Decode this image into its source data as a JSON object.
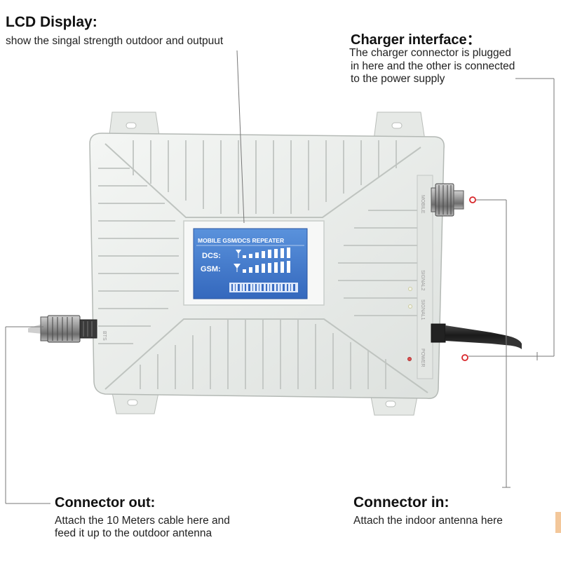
{
  "callouts": {
    "lcd": {
      "title": "LCD Display:",
      "desc": "show the singal strength outdoor and outpuut"
    },
    "charger": {
      "title": "Charger interface：",
      "line1": "The charger connector is plugged",
      "line2": "in here and the other is connected",
      "line3": "to the power supply"
    },
    "out": {
      "title": "Connector out:",
      "line1": "Attach the 10 Meters cable here and",
      "line2": "feed it up to the outdoor antenna"
    },
    "in": {
      "title": "Connector in:",
      "line1": "Attach the indoor antenna here"
    }
  },
  "device": {
    "lcd_header": "MOBILE GSM/DCS REPEATER",
    "dcs_label": "DCS:",
    "gsm_label": "GSM:",
    "port_mobile": "MOBILE",
    "port_bts": "BTS",
    "led_signal1": "SIGNAL1",
    "led_signal2": "SIGNAL2",
    "power_label": "POWER"
  },
  "colors": {
    "body": "#e9ece9",
    "lcd_bg": "#3f7cd0",
    "lcd_bar": "#ffffff",
    "marker": "#d8262a"
  }
}
